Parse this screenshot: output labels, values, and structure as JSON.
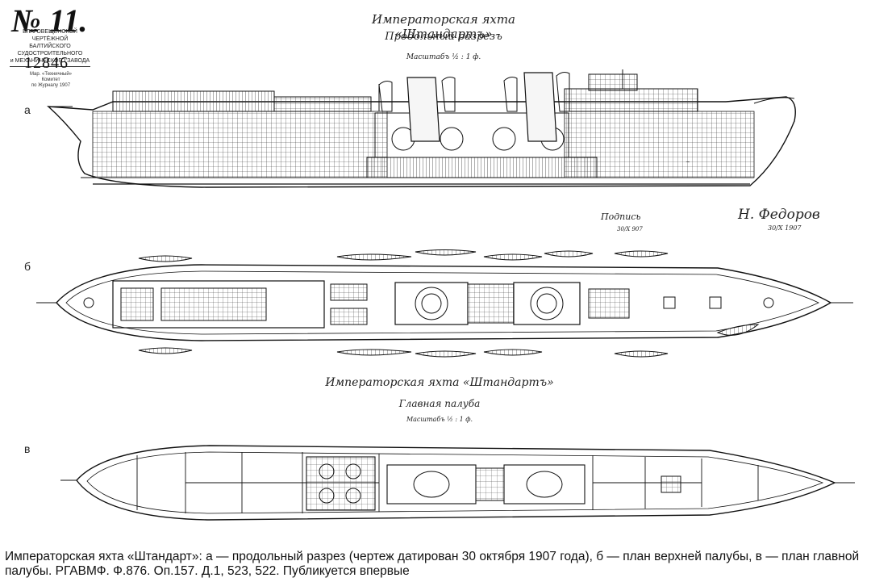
{
  "stamp": {
    "number": "№ 11.",
    "org_line1": "БЛАГОВЕЩЕНСКОЙ ЧЕРТЁЖНОЙ",
    "org_line2": "БАЛТИЙСКОГО СУДОСТРОИТЕЛЬНОГО",
    "org_line3": "и МЕХАНИЧЕСКОГО ЗАВОДА",
    "registry": "12846",
    "sub_line1": "Мар. «Техничный»",
    "sub_line2": "Комитет",
    "sub_line3": "по Журналу 1907"
  },
  "drawing_a": {
    "letter": "а",
    "title": "Императорская яхта «Штандартъ»",
    "subtitle": "Продольный разрезъ",
    "scale": "Масштабъ ½ : 1 ф."
  },
  "signatures": {
    "sig1": "Подпись",
    "sig1_date": "30/X 907",
    "sig2": "Н. Федоров",
    "sig2_date": "30/X 1907"
  },
  "drawing_b": {
    "letter": "б"
  },
  "drawing_v": {
    "letter": "в",
    "title": "Императорская яхта «Штандартъ»",
    "subtitle": "Главная палуба",
    "scale": "Масштабъ ½ : 1 ф."
  },
  "caption": "Императорская яхта «Штандарт»: а — продольный разрез (чертеж датирован 30 октября 1907 года), б — план верхней палубы, в — план главной палубы. РГАВМФ. Ф.876. Оп.157. Д.1, 523, 522. Публикуется впервые"
}
